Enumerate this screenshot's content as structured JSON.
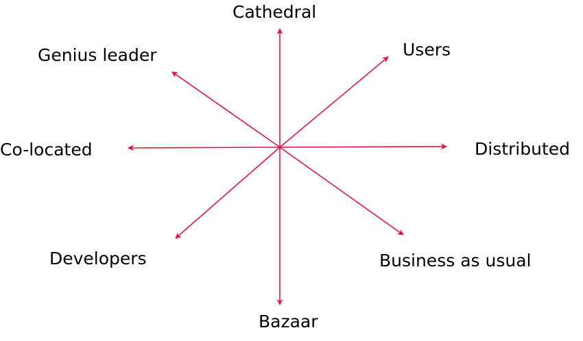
{
  "style": {
    "arrow_color": "#e8103a",
    "text_color": "#000000",
    "background": "#ffffff"
  },
  "axes": [
    {
      "id": "cathedral",
      "label": "Cathedral"
    },
    {
      "id": "genius_leader",
      "label": "Genius leader"
    },
    {
      "id": "users",
      "label": "Users"
    },
    {
      "id": "co_located",
      "label": "Co-located"
    },
    {
      "id": "distributed",
      "label": "Distributed"
    },
    {
      "id": "developers",
      "label": "Developers"
    },
    {
      "id": "business_as_usual",
      "label": "Business as usual"
    },
    {
      "id": "bazaar",
      "label": "Bazaar"
    }
  ]
}
